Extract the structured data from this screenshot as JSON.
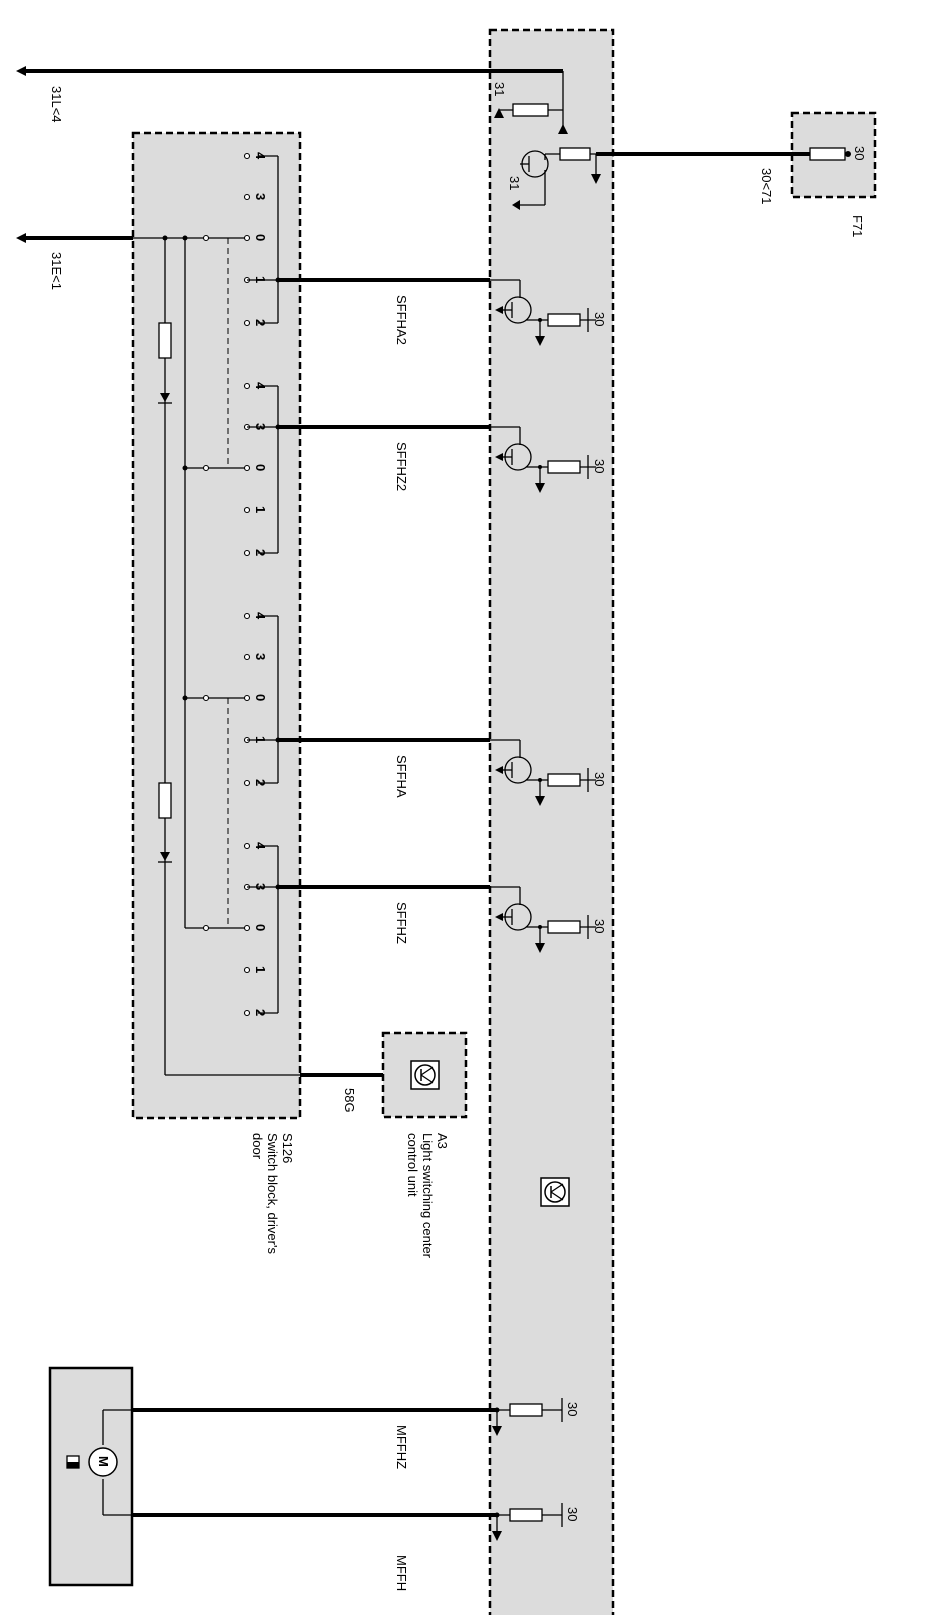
{
  "wires": {
    "w31L": "31L<4",
    "w31E": "31E<1",
    "w30": "30<71",
    "w58G": "58G",
    "sffha2": "SFFHA2",
    "sffhz2": "SFFHZ2",
    "sffha": "SFFHA",
    "sffhz": "SFFHZ",
    "mffhz": "MFFHZ",
    "mffh": "MFFH"
  },
  "terminals": {
    "t31": "31",
    "t30": "30"
  },
  "contacts": [
    "4",
    "3",
    "0",
    "1",
    "2"
  ],
  "components": {
    "f71": {
      "id": "F71"
    },
    "a3": {
      "id": "A3",
      "line1": "Light switching center",
      "line2": "control unit"
    },
    "s126": {
      "id": "S126",
      "line1": "Switch block, driver's",
      "line2": "door"
    },
    "motor": {
      "symbol": "M"
    }
  }
}
